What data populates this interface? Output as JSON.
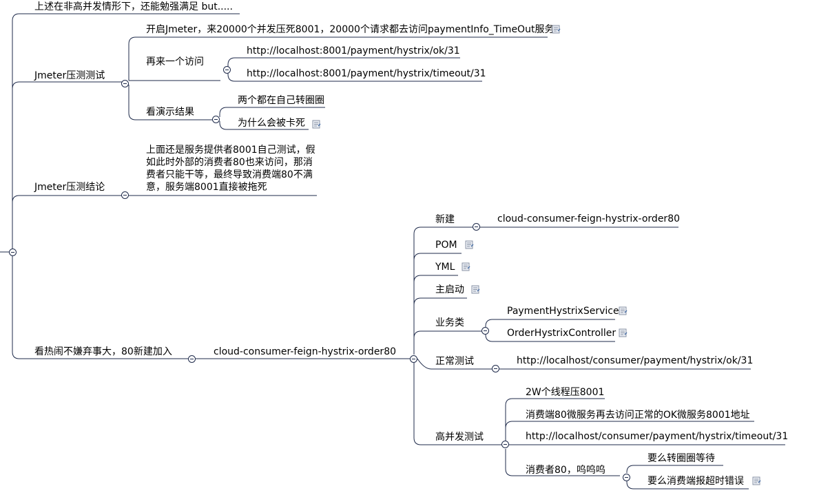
{
  "colors": {
    "line": "#1e2a4a",
    "note_fill": "#e9edf3",
    "note_stroke": "#8a93a6"
  },
  "nodes": {
    "top_text": "上述在非高并发情形下，还能勉强满足    but.....",
    "jmeter_test": "Jmeter压测测试",
    "jmeter_open": "开启Jmeter，来20000个并发压死8001，20000个请求都去访问paymentInfo_TimeOut服务",
    "another_visit": "再来一个访问",
    "url_ok": "http://localhost:8001/payment/hystrix/ok/31",
    "url_timeout": "http://localhost:8001/payment/hystrix/timeout/31",
    "see_result": "看演示结果",
    "both_spinning": "两个都在自己转圈圈",
    "why_stuck": "为什么会被卡死",
    "jmeter_conclusion": "Jmeter压测结论",
    "conclusion_text": "上面还是服务提供者8001自己测试，假如此时外部的消费者80也来访问，那消费者只能干等，最终导致消费端80不满意，服务端8001直接被拖死",
    "join_80": "看热闹不嫌弃事大，80新建加入",
    "consumer_module": "cloud-consumer-feign-hystrix-order80",
    "new_label": "新建",
    "new_module": "cloud-consumer-feign-hystrix-order80",
    "pom": "POM",
    "yml": "YML",
    "main_start": "主启动",
    "business": "业务类",
    "payment_service": "PaymentHystrixService",
    "order_controller": "OrderHystrixController",
    "normal_test": "正常测试",
    "normal_url": "http://localhost/consumer/payment/hystrix/ok/31",
    "high_concurrency": "高并发测试",
    "threads_2w": "2W个线程压8001",
    "consumer_visit": "消费端80微服务再去访问正常的OK微服务8001地址",
    "timeout_url": "http://localhost/consumer/payment/hystrix/timeout/31",
    "consumer_80": "消费者80，呜呜呜",
    "wait_spin": "要么转圈圈等待",
    "timeout_error": "要么消费端报超时错误"
  }
}
